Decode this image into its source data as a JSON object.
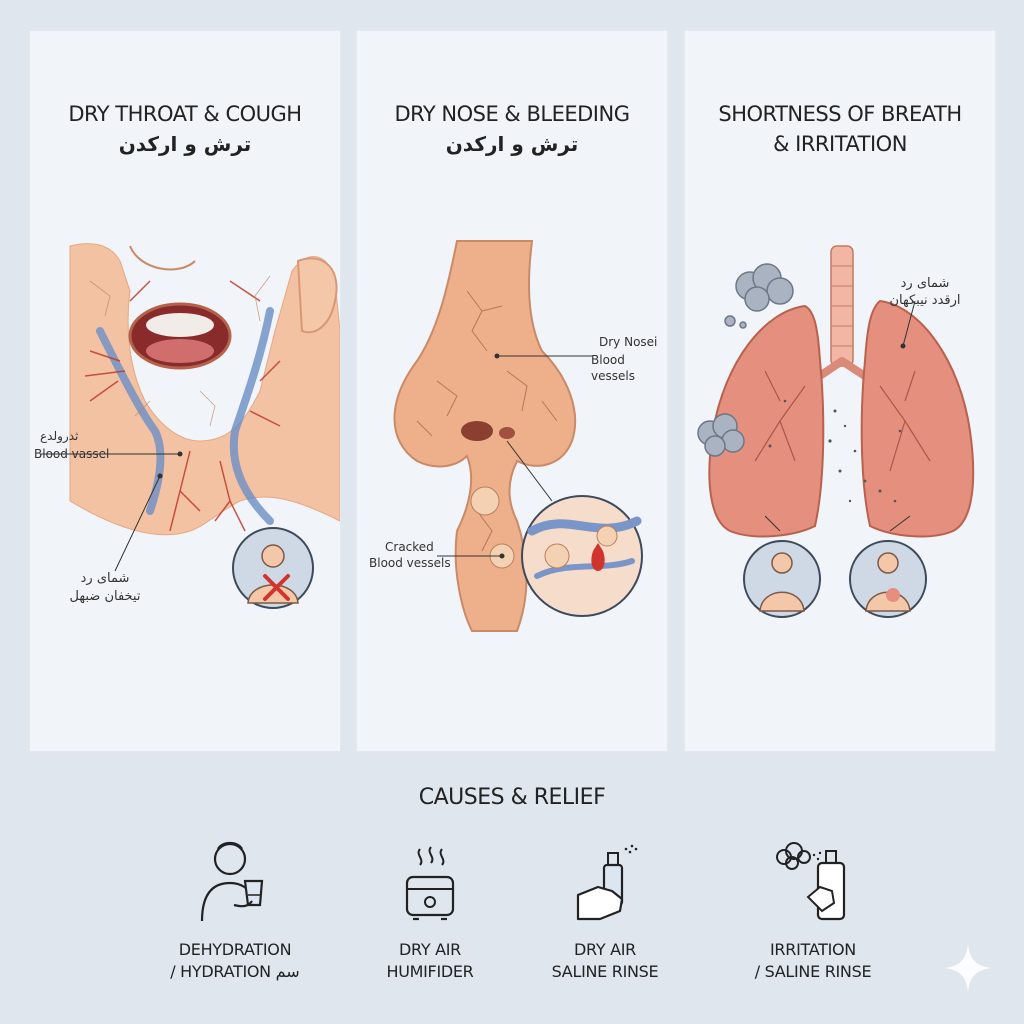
{
  "panels": [
    {
      "title": "DRY THROAT & COUGH",
      "subtitle": "ترش و ارکدن",
      "labels": {
        "vessel_line1": "ثدرولدع",
        "vessel_line2": "Blood vassel",
        "bottom_line1": "شمای رد",
        "bottom_line2": "تیخفان ضبهل"
      }
    },
    {
      "title": "DRY NOSE & BLEEDING",
      "subtitle": "ترش و ارکدن",
      "labels": {
        "top_line1": "Dry Nosei",
        "top_line2": "Blood vessels",
        "bottom_line1": "Cracked",
        "bottom_line2": "Blood vessels"
      }
    },
    {
      "title": "SHORTNESS OF BREATH",
      "title_line2": "& IRRITATION",
      "labels": {
        "top_line1": "شمای رد",
        "top_line2": "ارقدد نیبکهان"
      }
    }
  ],
  "relief": {
    "heading": "CAUSES & RELIEF",
    "items": [
      {
        "line1": "DEHYDRATION",
        "line2": "/ HYDRATION سم",
        "icon": "drinking-water-icon"
      },
      {
        "line1": "DRY AIR",
        "line2": "HUMIFIDER",
        "icon": "humidifier-icon"
      },
      {
        "line1": "DRY AIR",
        "line2": "SALINE RINSE",
        "icon": "saline-spray-icon"
      },
      {
        "line1": "IRRITATION",
        "line2": "/ SALINE RINSE",
        "icon": "spray-bottle-icon"
      }
    ]
  },
  "colors": {
    "background": "#dfe6ee",
    "panel": "#f1f4f8",
    "skin": "#f0b896",
    "vessel": "#c0392b",
    "vein": "#6b8fc4",
    "lung": "#e58f7f"
  }
}
